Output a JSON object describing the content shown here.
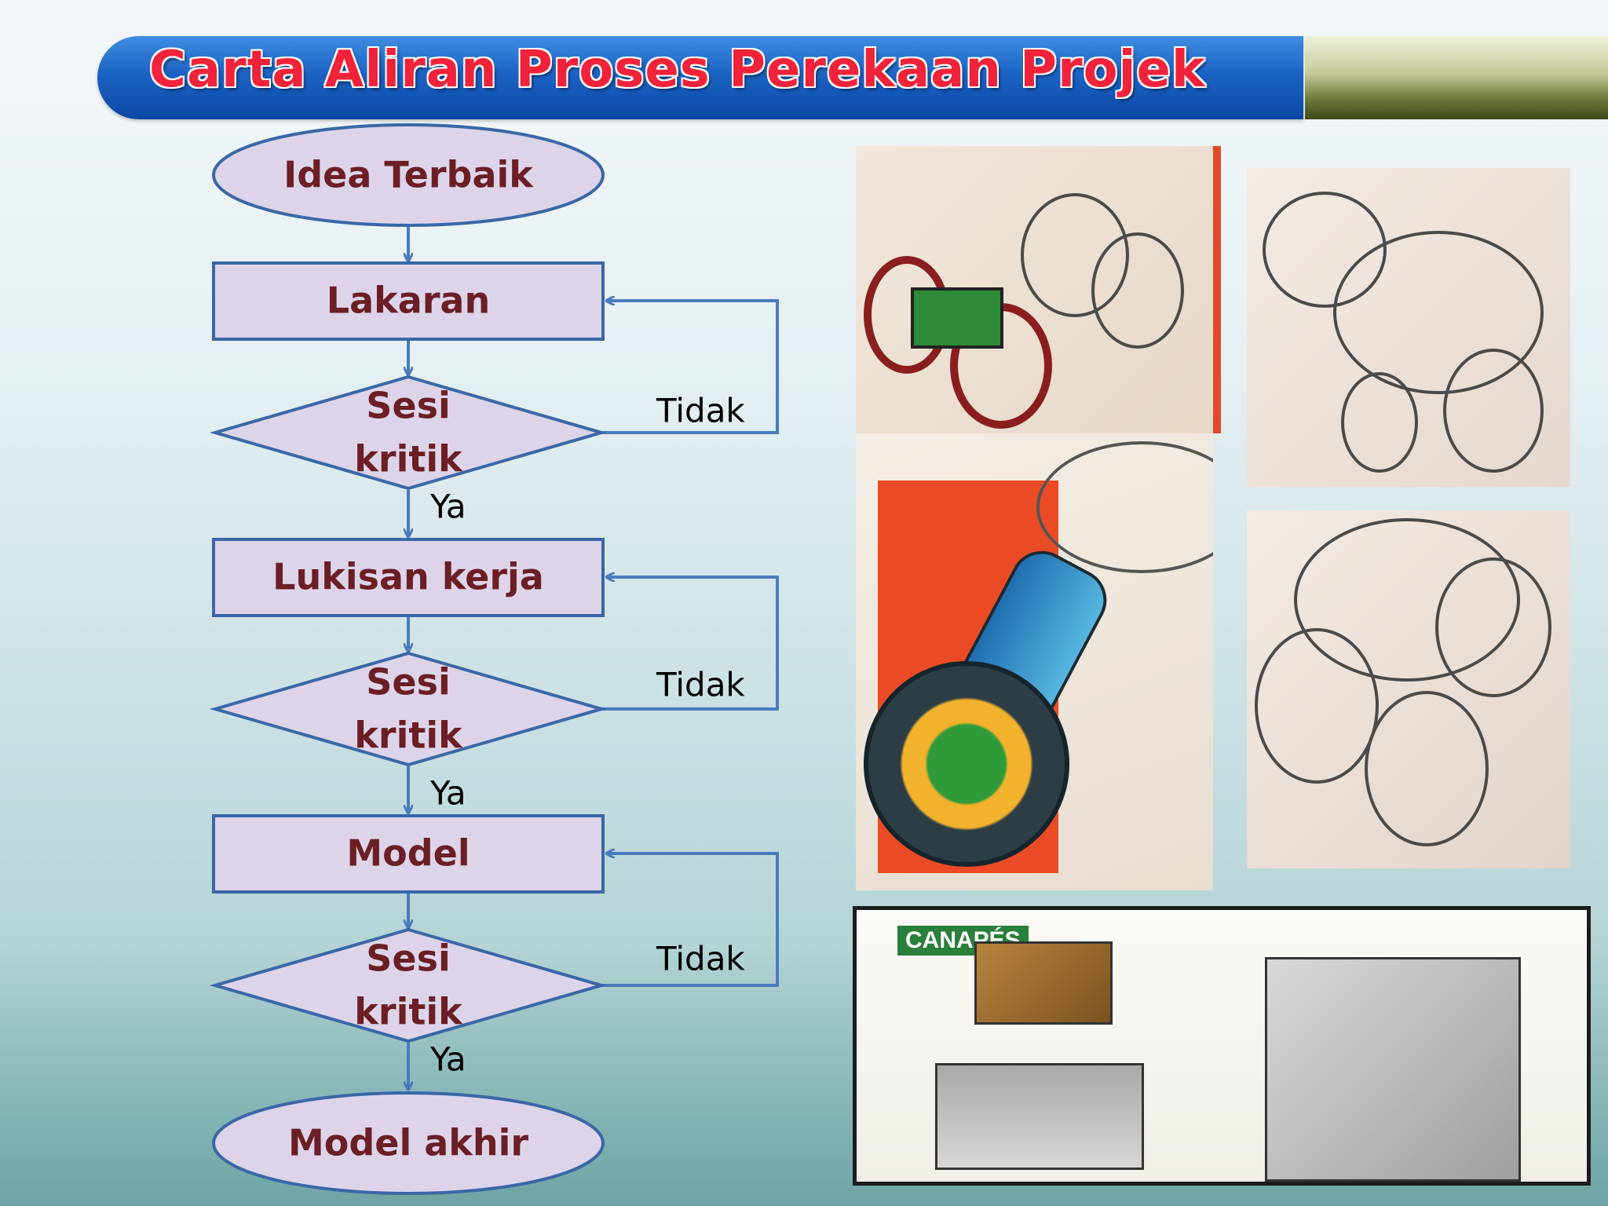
{
  "header": {
    "title": "Carta Aliran Proses Perekaan Projek"
  },
  "flowchart": {
    "nodes": [
      {
        "id": "start",
        "shape": "ellipse",
        "label": "Idea Terbaik"
      },
      {
        "id": "lakaran",
        "shape": "rect",
        "label": "Lakaran"
      },
      {
        "id": "sesi1",
        "shape": "diamond",
        "label_lines": [
          "Sesi",
          "kritik"
        ]
      },
      {
        "id": "lukisan",
        "shape": "rect",
        "label": "Lukisan kerja"
      },
      {
        "id": "sesi2",
        "shape": "diamond",
        "label_lines": [
          "Sesi",
          "kritik"
        ]
      },
      {
        "id": "model",
        "shape": "rect",
        "label": "Model"
      },
      {
        "id": "sesi3",
        "shape": "diamond",
        "label_lines": [
          "Sesi",
          "kritik"
        ]
      },
      {
        "id": "end",
        "shape": "ellipse",
        "label": "Model akhir"
      }
    ],
    "edges": [
      {
        "from": "start",
        "to": "lakaran",
        "label": ""
      },
      {
        "from": "lakaran",
        "to": "sesi1",
        "label": ""
      },
      {
        "from": "sesi1",
        "to": "lukisan",
        "label": "Ya"
      },
      {
        "from": "sesi1",
        "to": "lakaran",
        "label": "Tidak"
      },
      {
        "from": "lukisan",
        "to": "sesi2",
        "label": ""
      },
      {
        "from": "sesi2",
        "to": "model",
        "label": "Ya"
      },
      {
        "from": "sesi2",
        "to": "lukisan",
        "label": "Tidak"
      },
      {
        "from": "model",
        "to": "sesi3",
        "label": ""
      },
      {
        "from": "sesi3",
        "to": "end",
        "label": "Ya"
      },
      {
        "from": "sesi3",
        "to": "model",
        "label": "Tidak"
      }
    ]
  },
  "images": {
    "canapes_logo_text": "CANAPÉS"
  },
  "colors": {
    "node_fill": "#ddd4ea",
    "node_stroke": "#3a67a7",
    "node_text": "#6b1f24",
    "arrow": "#4a7bbd",
    "banner": "#1b63c4",
    "title_text": "#f0233a"
  }
}
